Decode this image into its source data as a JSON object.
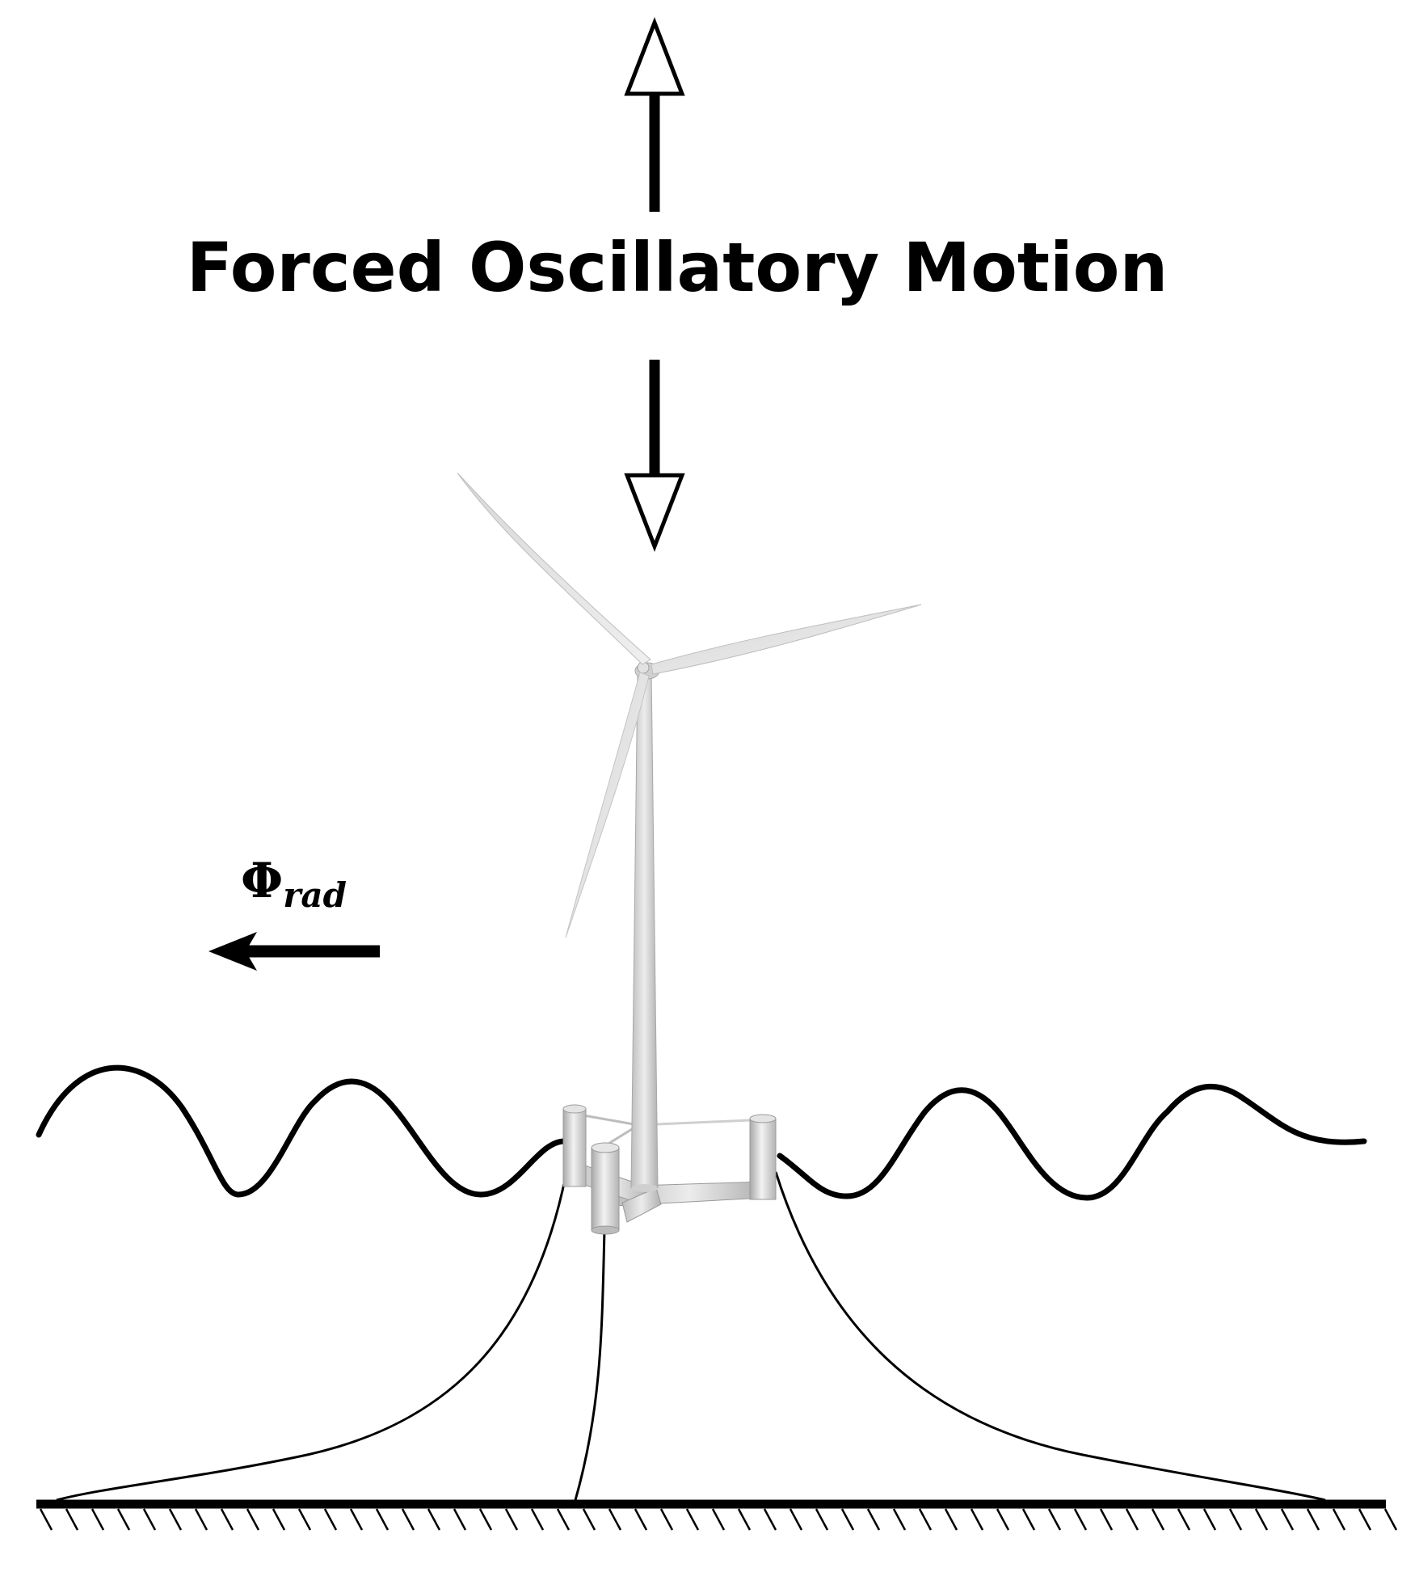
{
  "title": "Forced Oscillatory Motion",
  "radiation_label": {
    "symbol": "Φ",
    "subscript": "rad"
  },
  "colors": {
    "ink": "#000000",
    "turbine_light": "#e6e6e6",
    "turbine_mid": "#c8c8c8",
    "turbine_dark": "#a8a8a8",
    "background": "#ffffff"
  },
  "icons": {
    "up_arrow": "hollow-head-up-arrow",
    "down_arrow": "hollow-head-down-arrow",
    "radiation_arrow": "solid-left-arrow",
    "seabed": "hatched-ground"
  }
}
